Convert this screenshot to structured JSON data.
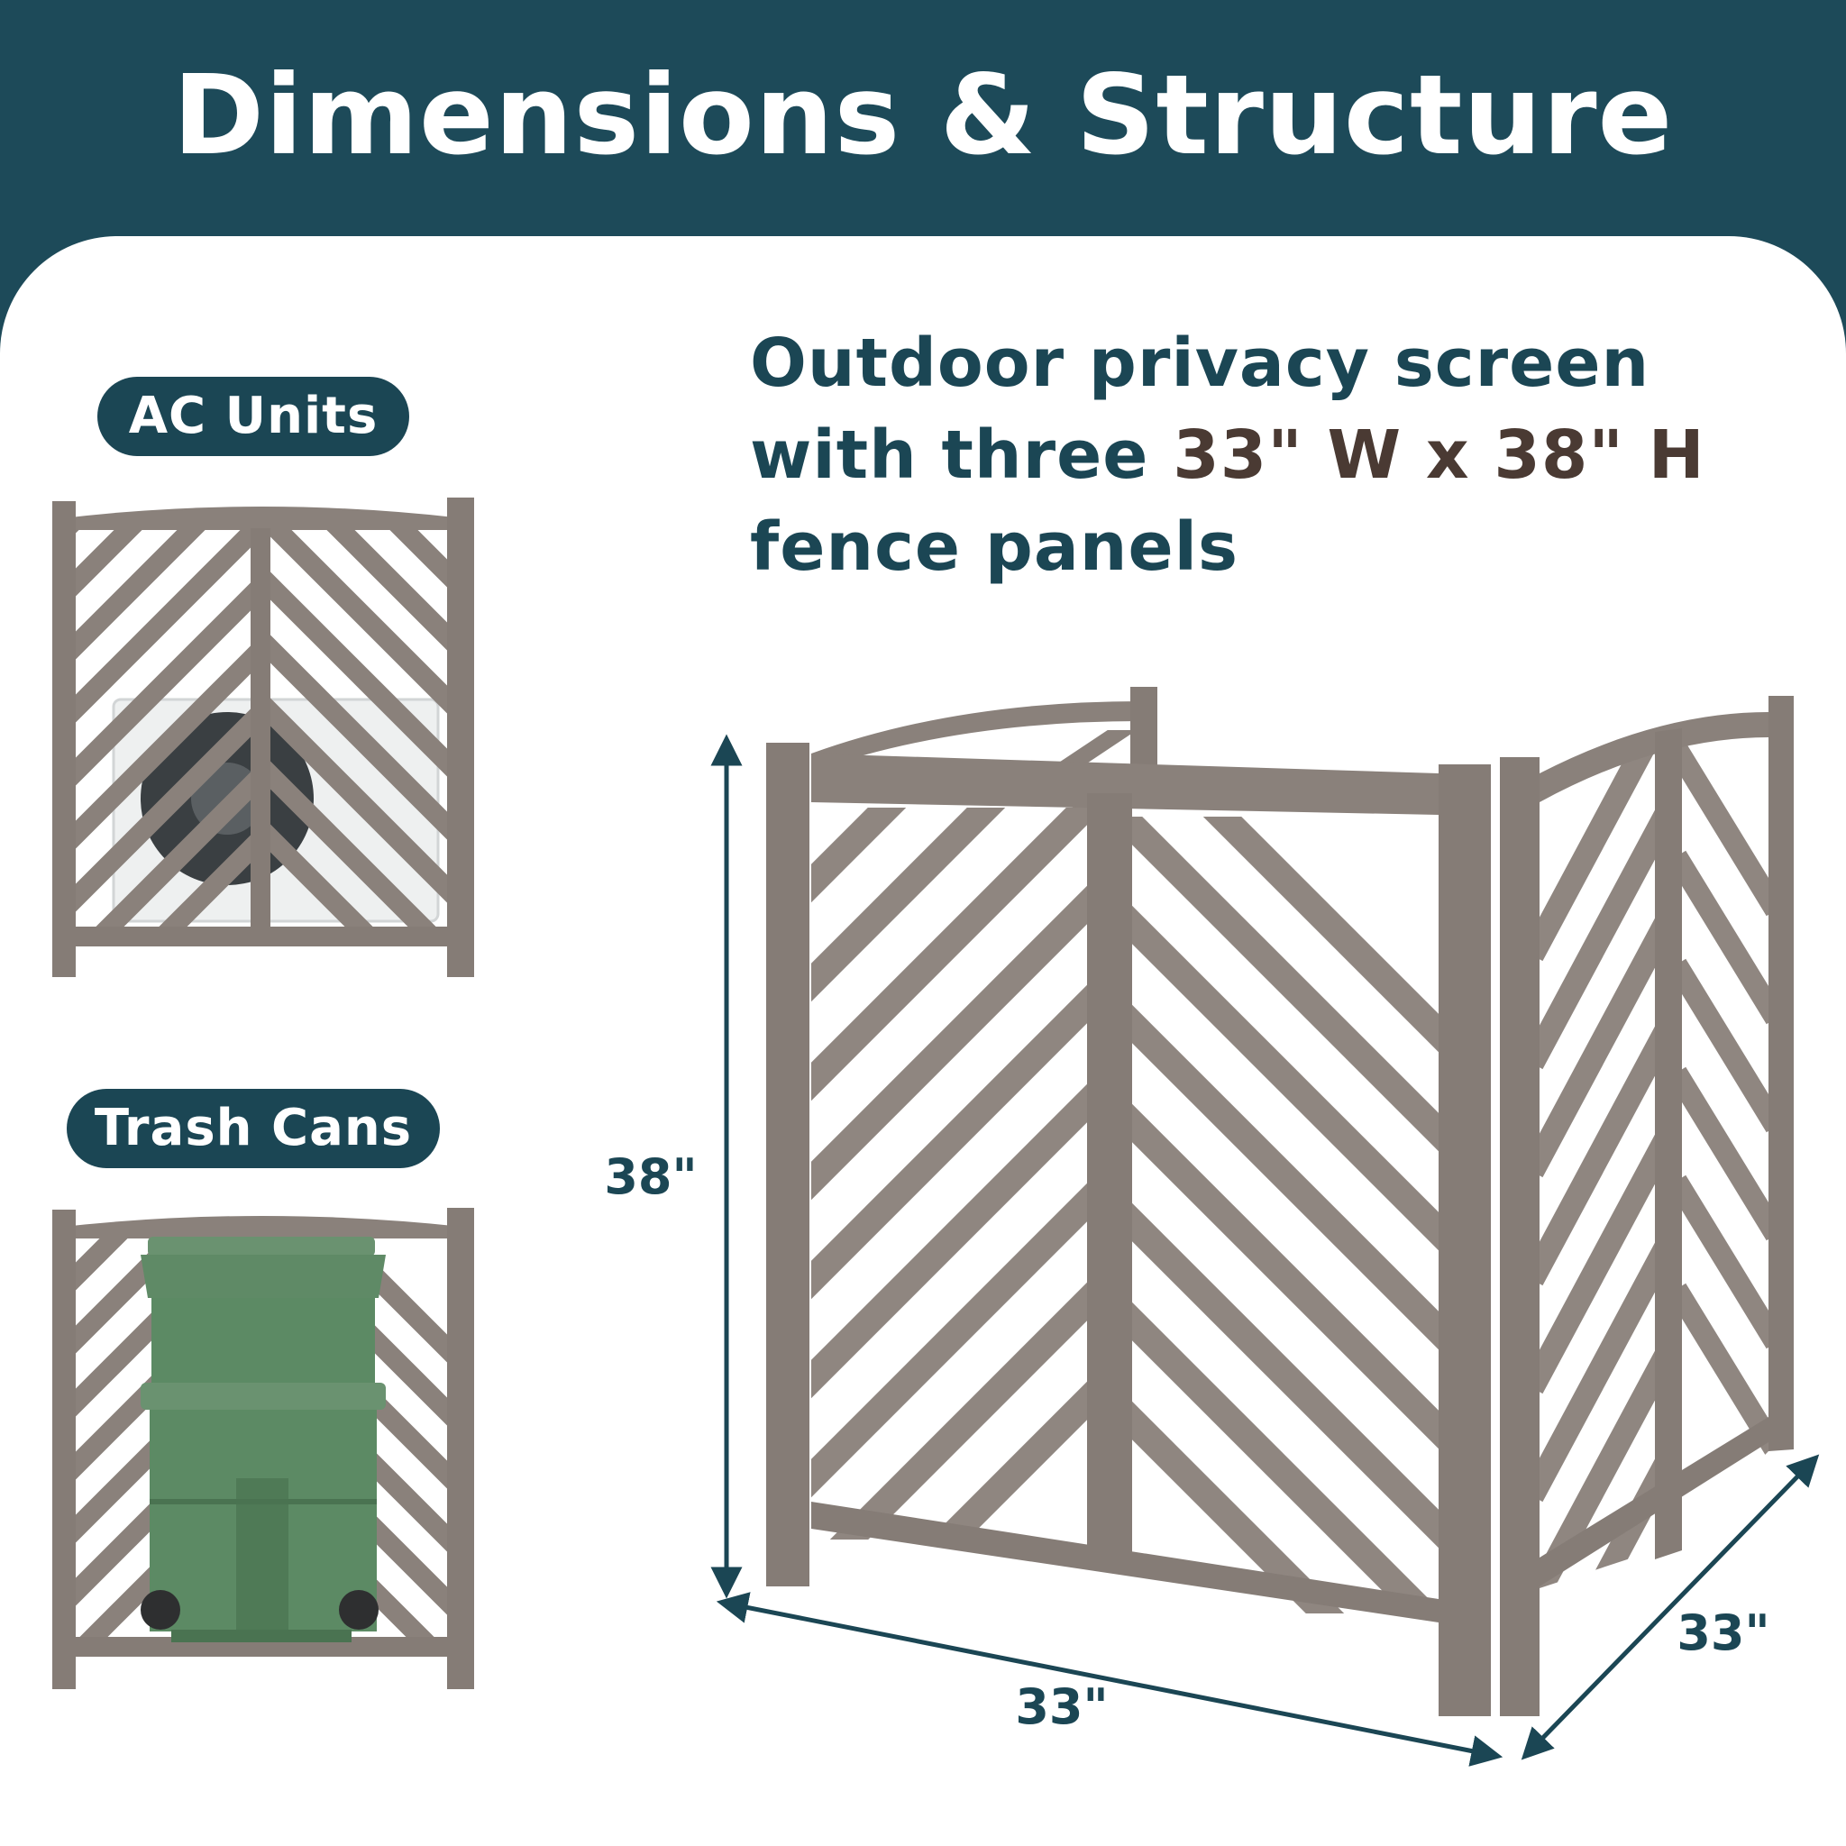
{
  "header": {
    "title": "Dimensions & Structure"
  },
  "headline": {
    "line1": "Outdoor privacy screen",
    "line2_prefix": "with three ",
    "line2_highlight": "33\" W x 38\" H",
    "line3": "fence panels"
  },
  "uses": [
    {
      "label": "AC Units",
      "icon": "ac-unit-behind-panel"
    },
    {
      "label": "Trash Cans",
      "icon": "trash-cans-behind-panel"
    }
  ],
  "dimensions": {
    "height": "38\"",
    "front_width": "33\"",
    "side_depth": "33\""
  },
  "colors": {
    "header_bg": "#1d4a59",
    "text_primary": "#1b4654",
    "text_highlight": "#4a3a33",
    "wood": "#8a817b",
    "trash_can": "#5c8a64"
  }
}
